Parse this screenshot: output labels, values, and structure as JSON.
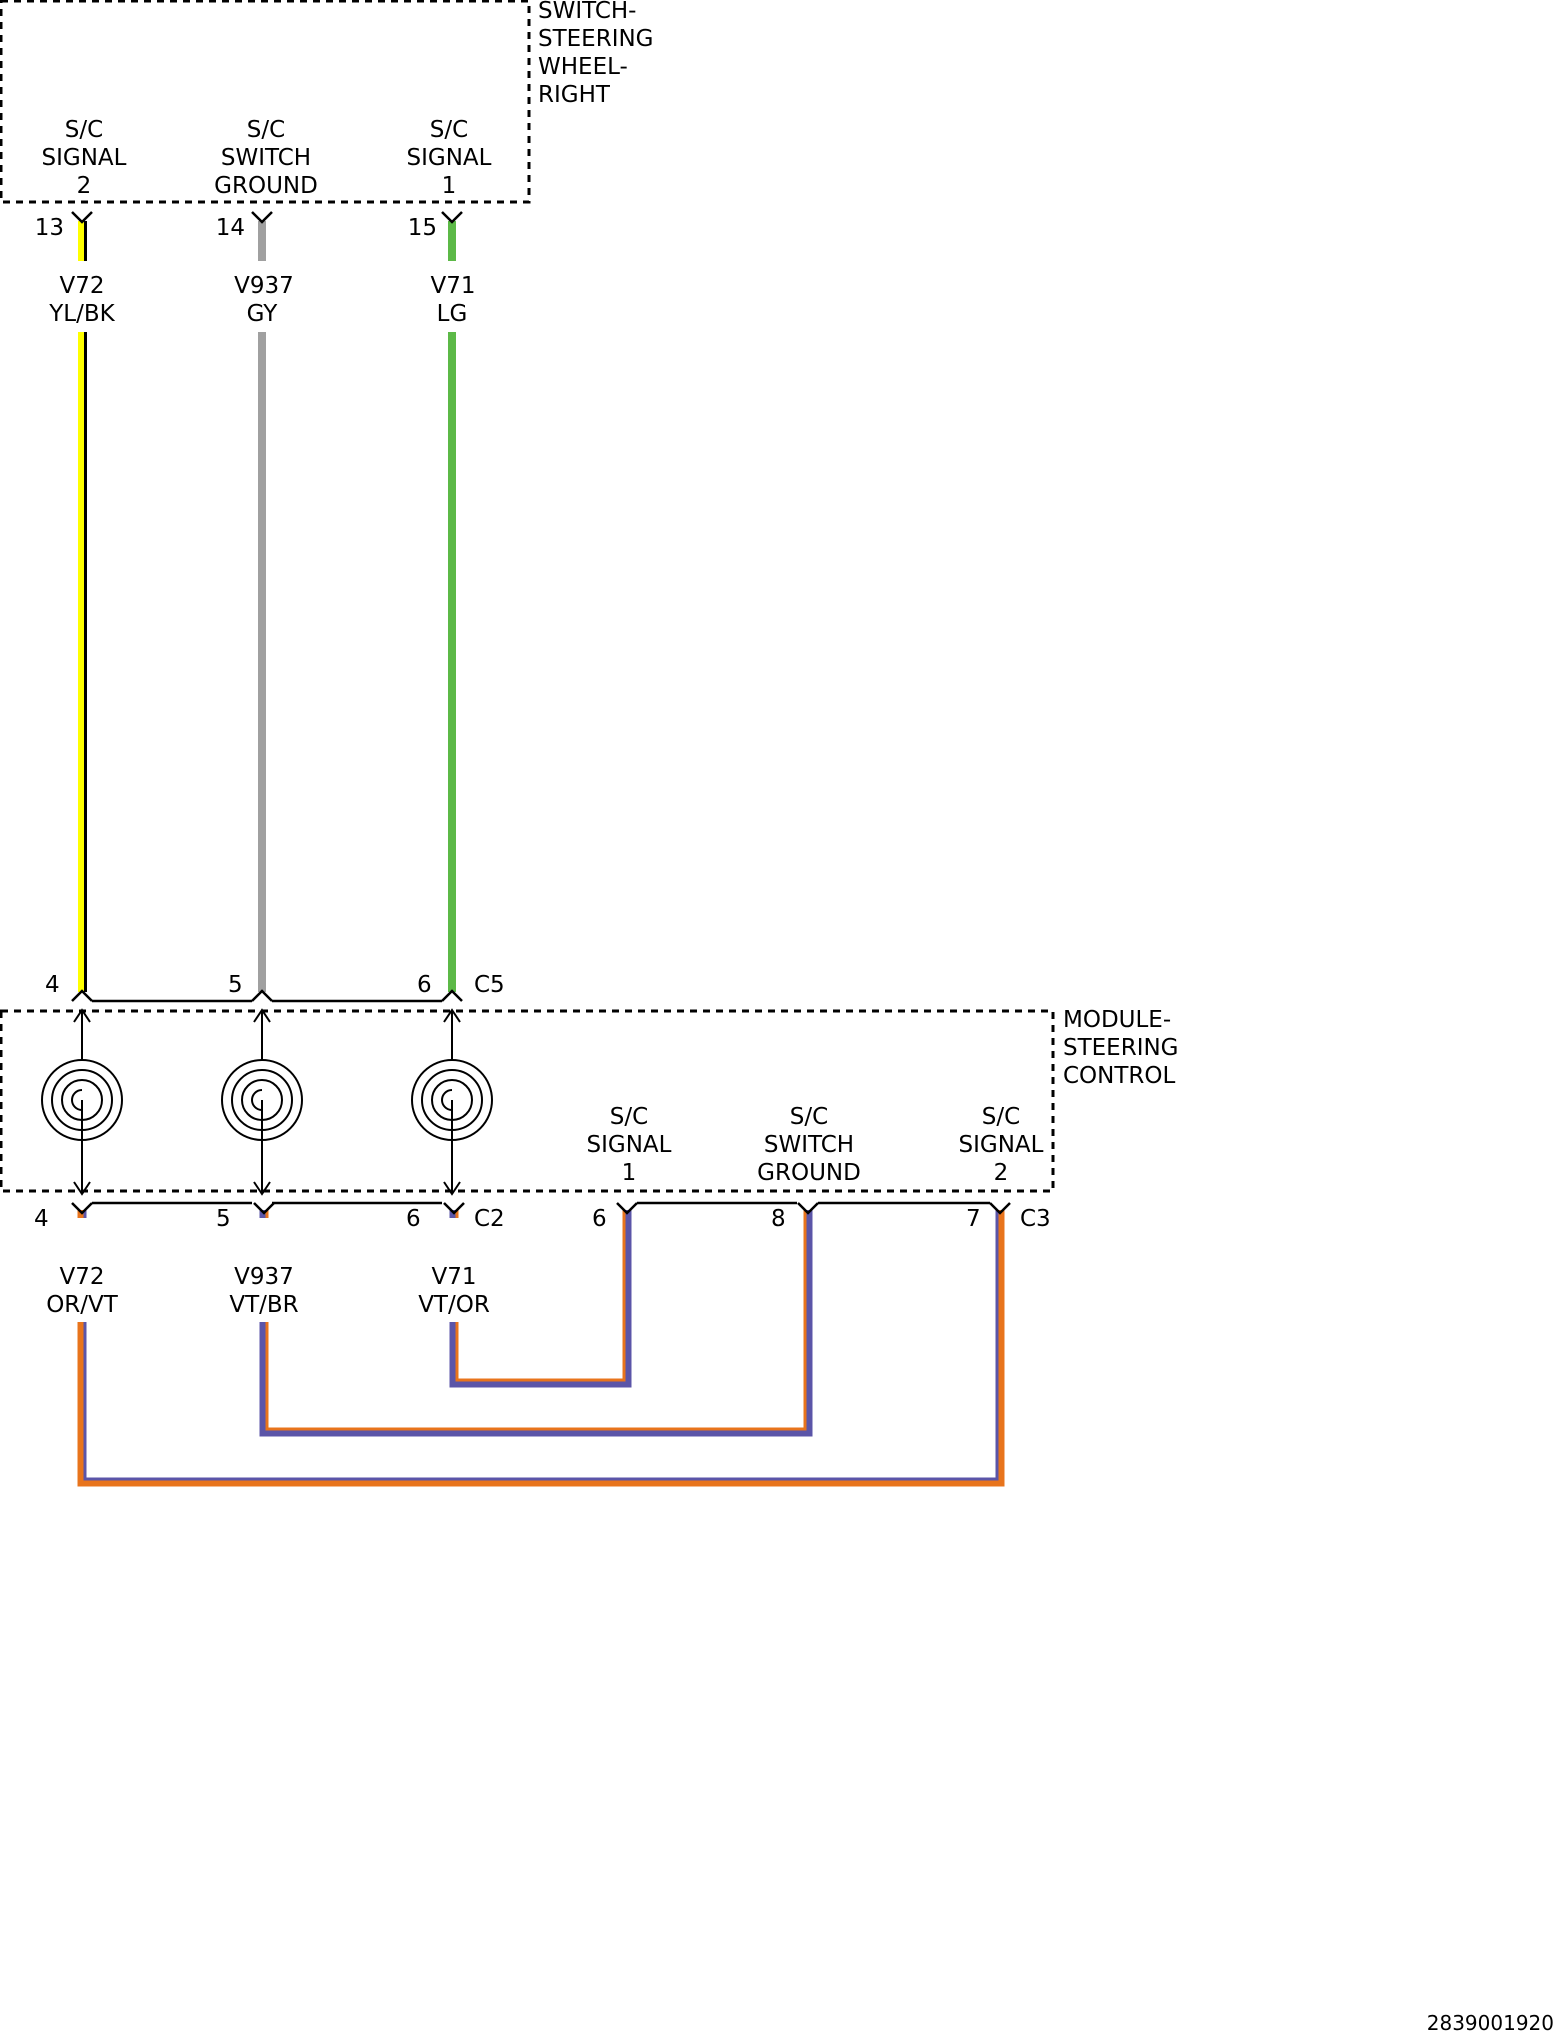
{
  "colors": {
    "yellow": "#ffff00",
    "gray": "#a0a0a0",
    "light_green": "#5cb947",
    "orange": "#e8741c",
    "violet": "#5b55a8",
    "black": "#000000"
  },
  "components": {
    "switch": {
      "name_lines": [
        "SWITCH-",
        "STEERING",
        "WHEEL-",
        "RIGHT"
      ],
      "pins": [
        {
          "lines": [
            "S/C",
            "SIGNAL",
            "2"
          ],
          "number": "13"
        },
        {
          "lines": [
            "S/C",
            "SWITCH",
            "GROUND"
          ],
          "number": "14"
        },
        {
          "lines": [
            "S/C",
            "SIGNAL",
            "1"
          ],
          "number": "15"
        }
      ]
    },
    "module": {
      "name_lines": [
        "MODULE-",
        "STEERING",
        "CONTROL"
      ],
      "c5": {
        "connector": "C5",
        "pins": [
          "4",
          "5",
          "6"
        ]
      },
      "c2": {
        "connector": "C2",
        "pins": [
          "4",
          "5",
          "6"
        ]
      },
      "c3": {
        "connector": "C3",
        "pins": [
          {
            "lines": [
              "S/C",
              "SIGNAL",
              "1"
            ],
            "number": "6"
          },
          {
            "lines": [
              "S/C",
              "SWITCH",
              "GROUND"
            ],
            "number": "8"
          },
          {
            "lines": [
              "S/C",
              "SIGNAL",
              "2"
            ],
            "number": "7"
          }
        ]
      }
    }
  },
  "wires_upper": [
    {
      "circuit": "V72",
      "color_code": "YL/BK",
      "base": "yellow",
      "stripe": "black"
    },
    {
      "circuit": "V937",
      "color_code": "GY",
      "base": "gray",
      "stripe": null
    },
    {
      "circuit": "V71",
      "color_code": "LG",
      "base": "light_green",
      "stripe": null
    }
  ],
  "wires_lower": [
    {
      "circuit": "V72",
      "color_code": "OR/VT",
      "base": "orange",
      "stripe": "violet"
    },
    {
      "circuit": "V937",
      "color_code": "VT/BR",
      "base": "violet",
      "stripe": "orange"
    },
    {
      "circuit": "V71",
      "color_code": "VT/OR",
      "base": "violet",
      "stripe": "orange"
    }
  ],
  "figure_id": "2839001920"
}
